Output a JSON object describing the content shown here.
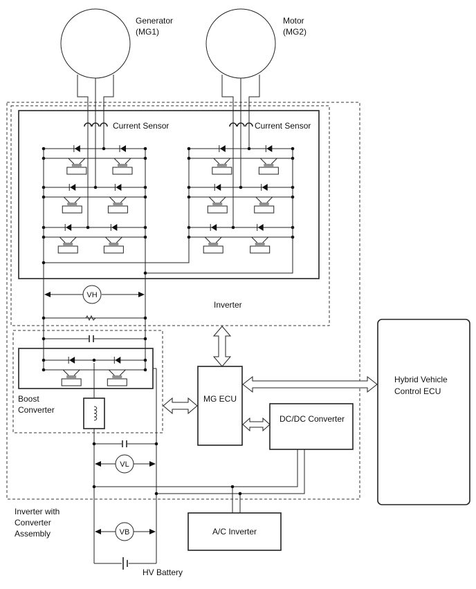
{
  "labels": {
    "generator_line1": "Generator",
    "generator_line2": "(MG1)",
    "motor_line1": "Motor",
    "motor_line2": "(MG2)",
    "current_sensor_left": "Current Sensor",
    "current_sensor_right": "Current Sensor",
    "vh": "VH",
    "inverter": "Inverter",
    "boost_line1": "Boost",
    "boost_line2": "Converter",
    "mg_ecu": "MG ECU",
    "dcdc": "DC/DC Converter",
    "hybrid_line1": "Hybrid Vehicle",
    "hybrid_line2": "Control ECU",
    "vl": "VL",
    "vb": "VB",
    "assembly_line1": "Inverter with",
    "assembly_line2": "Converter",
    "assembly_line3": "Assembly",
    "ac_inverter": "A/C Inverter",
    "hv_battery": "HV Battery"
  }
}
